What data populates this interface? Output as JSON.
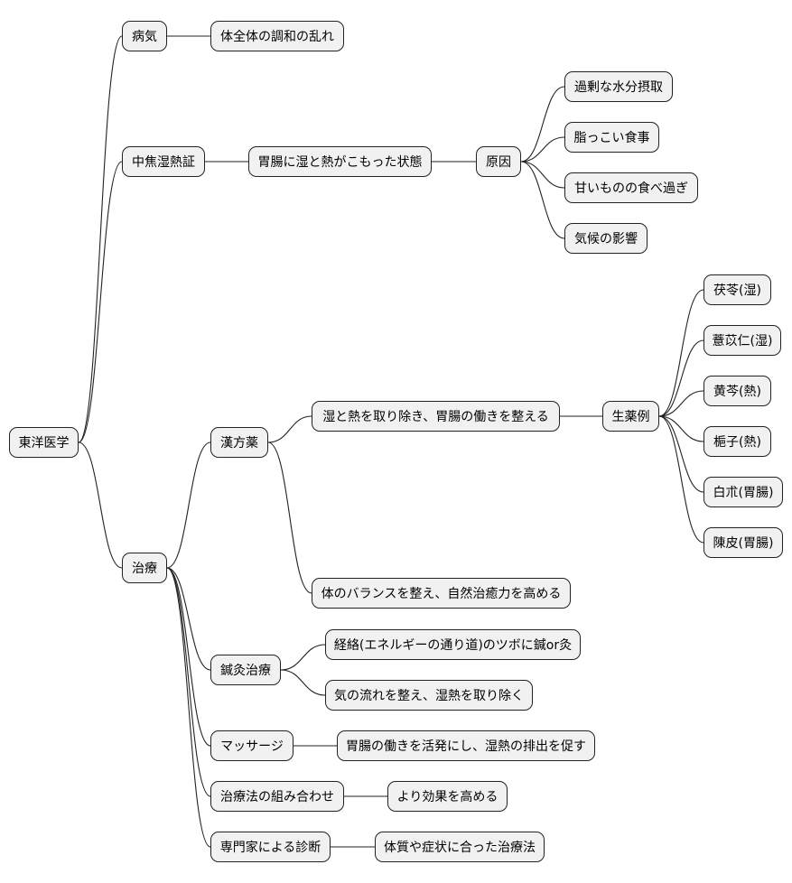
{
  "root": {
    "label": "東洋医学"
  },
  "byouki": {
    "label": "病気",
    "child": "体全体の調和の乱れ"
  },
  "chuusho": {
    "label": "中焦湿熱証",
    "state": "胃腸に湿と熱がこもった状態",
    "cause_label": "原因",
    "causes": [
      "過剰な水分摂取",
      "脂っこい食事",
      "甘いものの食べ過ぎ",
      "気候の影響"
    ]
  },
  "chiryou": {
    "label": "治療",
    "kampo": {
      "label": "漢方薬",
      "effect1": "湿と熱を取り除き、胃腸の働きを整える",
      "herbs_label": "生薬例",
      "herbs": [
        "茯苓(湿)",
        "薏苡仁(湿)",
        "黄芩(熱)",
        "梔子(熱)",
        "白朮(胃腸)",
        "陳皮(胃腸)"
      ],
      "effect2": "体のバランスを整え、自然治癒力を高める"
    },
    "shinkyu": {
      "label": "鍼灸治療",
      "items": [
        "経絡(エネルギーの通り道)のツボに鍼or灸",
        "気の流れを整え、湿熱を取り除く"
      ]
    },
    "massage": {
      "label": "マッサージ",
      "child": "胃腸の働きを活発にし、湿熱の排出を促す"
    },
    "combo": {
      "label": "治療法の組み合わせ",
      "child": "より効果を高める"
    },
    "senmon": {
      "label": "専門家による診断",
      "child": "体質や症状に合った治療法"
    }
  }
}
